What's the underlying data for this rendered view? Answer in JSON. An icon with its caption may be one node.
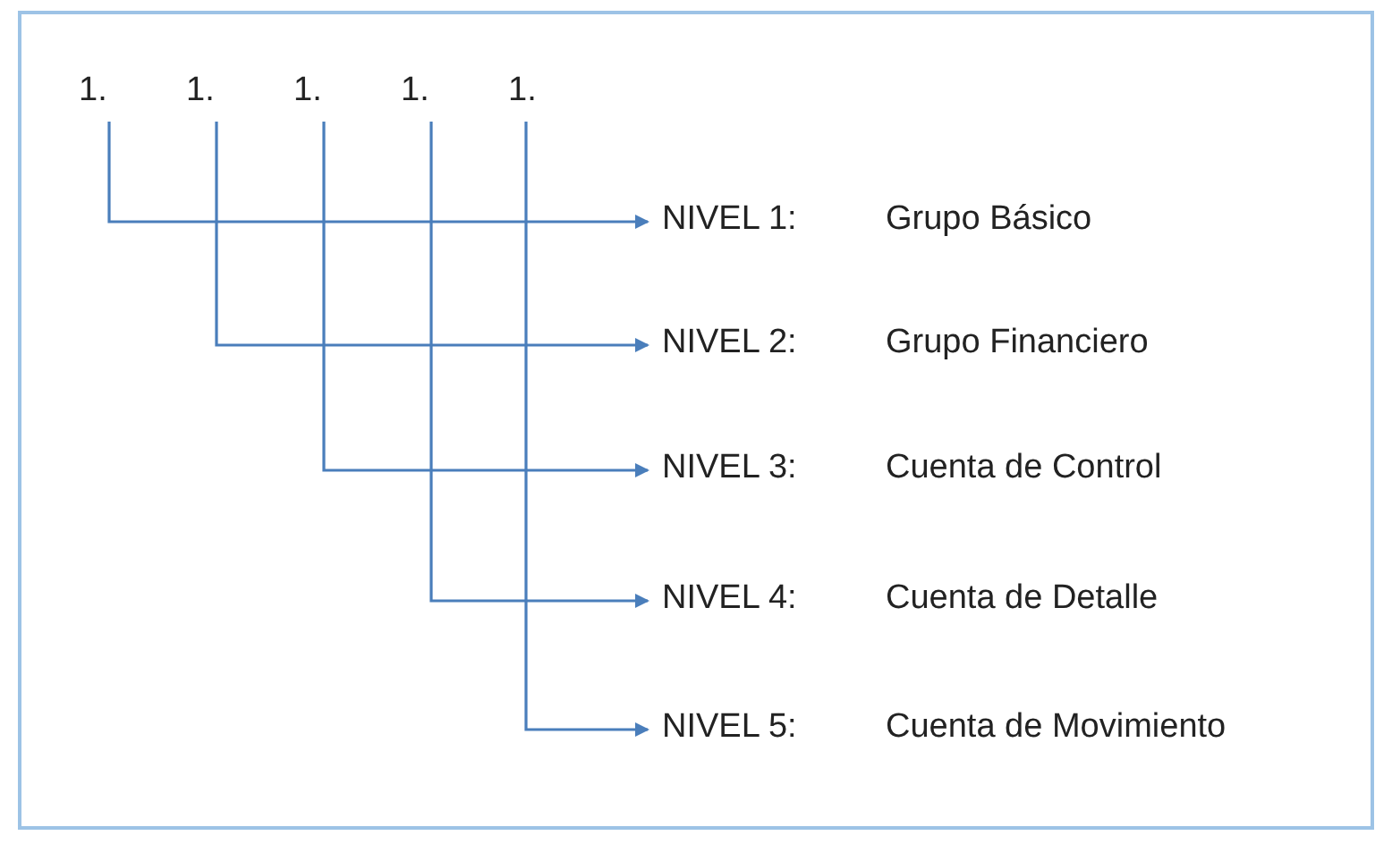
{
  "diagram": {
    "nodes": [
      {
        "text": [
          "1."
        ]
      },
      {
        "text": [
          "1."
        ]
      },
      {
        "text": [
          "1."
        ]
      },
      {
        "text": [
          "1."
        ]
      },
      {
        "text": [
          "1."
        ]
      },
      {
        "text": [
          "NIVEL 1:",
          "Grupo Básico"
        ]
      },
      {
        "text": [
          "NIVEL 2:",
          "Grupo Financiero"
        ]
      },
      {
        "text": [
          "NIVEL 3:",
          "Cuenta de Control"
        ]
      },
      {
        "text": [
          "NIVEL 4:",
          "Cuenta de Detalle"
        ]
      },
      {
        "text": [
          "NIVEL 5:",
          "Cuenta de Movimiento"
        ]
      }
    ],
    "edges": [
      {
        "from": 0,
        "to": 5,
        "arrow": "to"
      },
      {
        "from": 1,
        "to": 6,
        "arrow": "to"
      },
      {
        "from": 2,
        "to": 7,
        "arrow": "to"
      },
      {
        "from": 3,
        "to": 8,
        "arrow": "to"
      },
      {
        "from": 4,
        "to": 9,
        "arrow": "to"
      }
    ]
  }
}
